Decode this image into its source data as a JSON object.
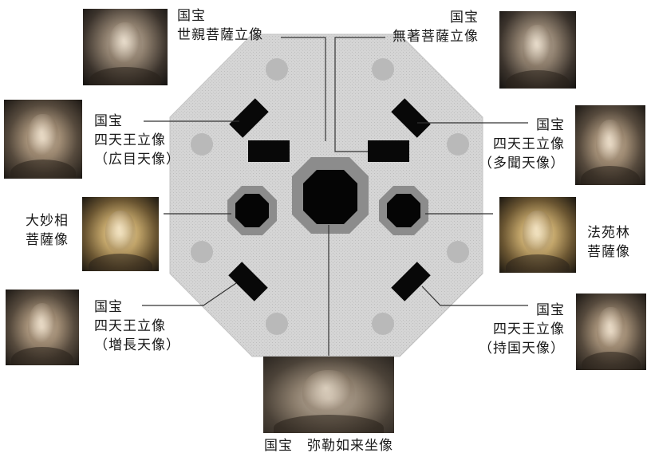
{
  "labels": {
    "seshin": [
      "国宝",
      "世親菩薩立像"
    ],
    "muchaku": [
      "国宝",
      "無著菩薩立像"
    ],
    "komoku": [
      "国宝",
      "四天王立像",
      "（広目天像）"
    ],
    "tamon": [
      "国宝",
      "四天王立像",
      "（多聞天像）"
    ],
    "daimyoso": [
      "大妙相",
      "菩薩像"
    ],
    "hoonrin": [
      "法苑林",
      "菩薩像"
    ],
    "zocho": [
      "国宝",
      "四天王立像",
      "（増長天像）"
    ],
    "jikoku": [
      "国宝",
      "四天王立像",
      "（持国天像）"
    ],
    "miroku": "国宝　弥勒如来坐像"
  },
  "colors": {
    "platform_fill": "#d4d4d4",
    "pillar_fill": "#b9b9b9",
    "pedestal_ring": "#8c8c8c",
    "pedestal_core": "#050505",
    "line": "#333333"
  }
}
